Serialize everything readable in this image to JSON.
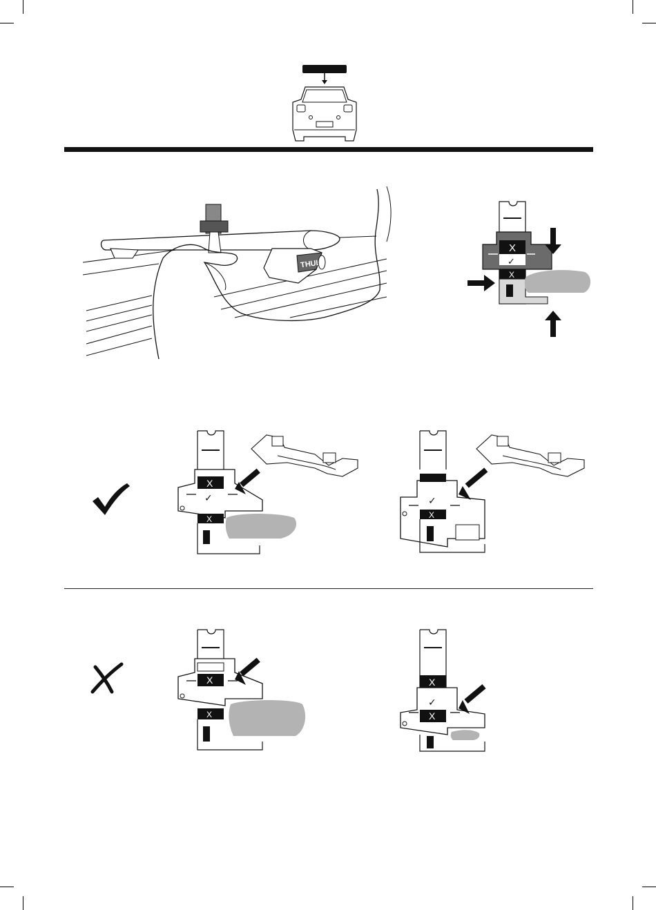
{
  "page": {
    "background": "#ffffff",
    "ink": "#111111",
    "accent_gray": "#b3b3b3",
    "mid_gray": "#6b6b6b"
  },
  "product": {
    "brand_label": "THULE"
  },
  "gauge": {
    "cross_mark": "X",
    "check_mark": "✓",
    "note": "Gauge strip marks: cross and check symbols"
  },
  "sections": {
    "correct_icon": "check-icon",
    "incorrect_icon": "cross-icon"
  }
}
